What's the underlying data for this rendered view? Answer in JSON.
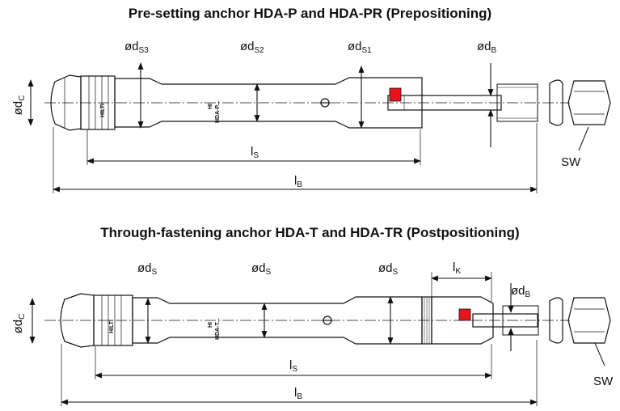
{
  "top": {
    "title": "Pre-setting anchor HDA-P and HDA-PR (Prepositioning)",
    "stamp_brand": "HILTI",
    "stamp_text": [
      "HI",
      "HDA-P..."
    ],
    "labels": {
      "dc": {
        "base": "ød",
        "sub": "C"
      },
      "ds3": {
        "base": "ød",
        "sub": "S3"
      },
      "ds2": {
        "base": "ød",
        "sub": "S2"
      },
      "ds1": {
        "base": "ød",
        "sub": "S1"
      },
      "db": {
        "base": "ød",
        "sub": "B"
      },
      "ls": {
        "base": "l",
        "sub": "S"
      },
      "lb": {
        "base": "l",
        "sub": "B"
      },
      "sw": "SW"
    }
  },
  "bottom": {
    "title": "Through-fastening anchor HDA-T and HDA-TR (Postpositioning)",
    "stamp_brand": "HILTI",
    "stamp_text": [
      "HI",
      "HDA-T..."
    ],
    "labels": {
      "dc": {
        "base": "ød",
        "sub": "C"
      },
      "ds_left": {
        "base": "ød",
        "sub": "S"
      },
      "ds_mid": {
        "base": "ød",
        "sub": "S"
      },
      "ds_right": {
        "base": "ød",
        "sub": "S"
      },
      "lk": {
        "base": "l",
        "sub": "K"
      },
      "db": {
        "base": "ød",
        "sub": "B"
      },
      "ls": {
        "base": "l",
        "sub": "S"
      },
      "lb": {
        "base": "l",
        "sub": "B"
      },
      "sw": "SW"
    }
  },
  "colors": {
    "line": "#111111",
    "plug": "#e8141b",
    "background": "#ffffff"
  }
}
